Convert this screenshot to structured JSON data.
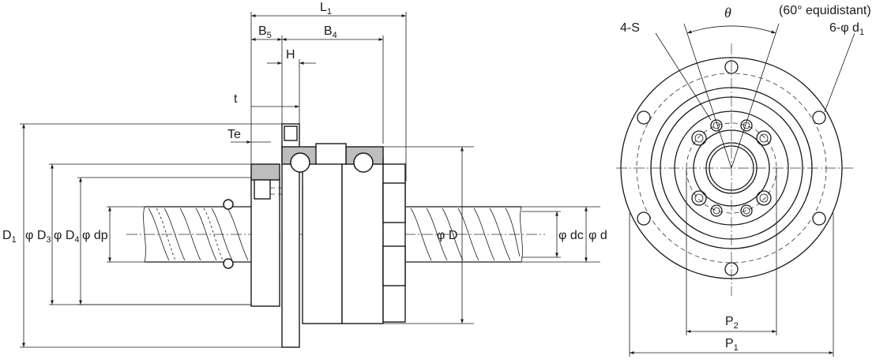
{
  "labels": {
    "L": "L",
    "L_sub": "1",
    "B5": "B",
    "B5_sub": "5",
    "B4": "B",
    "B4_sub": "4",
    "H": "H",
    "t": "t",
    "Te": "Te",
    "D1": "D",
    "D1_sub": "1",
    "D3": "φ D",
    "D3_sub": "3",
    "D4": "φ D",
    "D4_sub": "4",
    "dp": "φ dp",
    "D": "φ D",
    "dc": "φ dc",
    "d": "φ d",
    "theta": "θ",
    "equidistant": "(60° equidistant)",
    "four_s": "4-S",
    "six_d": "6-φ d",
    "six_d_sub": "1",
    "P2": "P",
    "P2_sub": "2",
    "P1": "P",
    "P1_sub": "1"
  }
}
